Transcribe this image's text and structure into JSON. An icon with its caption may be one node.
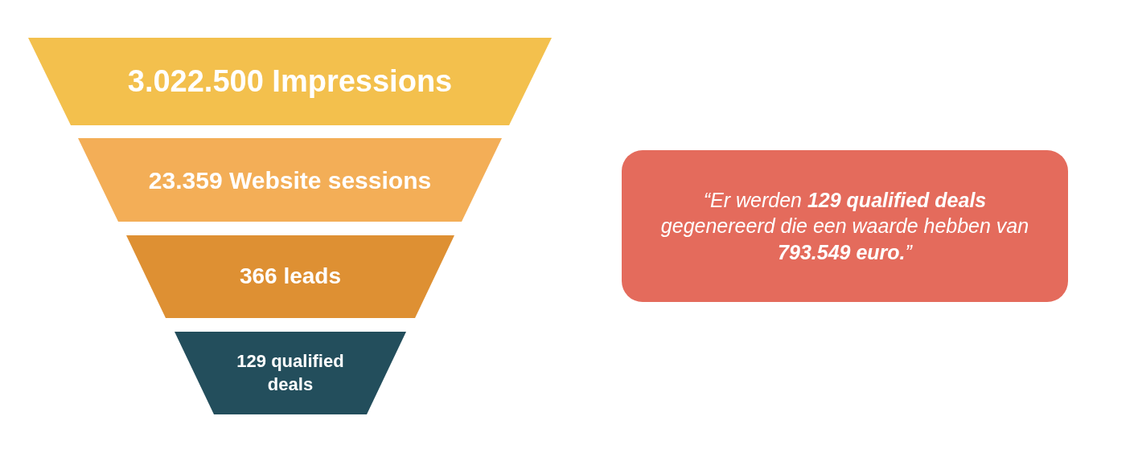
{
  "diagram": {
    "nodes": [
      {
        "text": [
          "3.022.500 Impressions"
        ]
      },
      {
        "text": [
          "23.359 Website sessions"
        ]
      },
      {
        "text": [
          "366 leads"
        ]
      },
      {
        "text": [
          "129 qualified deals"
        ]
      },
      {
        "text": [
          "“Er werden **129 qualified deals** gegenereerd die een waarde hebben van **793.549 euro.**”"
        ]
      }
    ]
  }
}
